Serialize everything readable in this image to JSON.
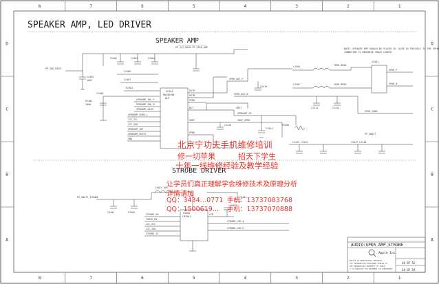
{
  "frame": {
    "columns": [
      "8",
      "7",
      "6",
      "5",
      "4",
      "3",
      "2",
      "1"
    ],
    "rows": [
      "D",
      "C",
      "B",
      "A"
    ]
  },
  "sheet_title": "SPEAKER AMP, LED DRIVER",
  "sections": {
    "speaker_amp": {
      "title": "SPEAKER AMP"
    },
    "strobe_driver": {
      "title": "STROBE DRIVER"
    }
  },
  "watermark": {
    "line1": "北京宁功夫手机维修培训",
    "line2a": "修一切苹果",
    "line2b": "招天下学生",
    "line3": "十年一线维修经验及教学经验",
    "line4": "让学员们真正理解学会维修技术及原理分析",
    "line5": "详情请加",
    "line6a": "QQ：3434…0771",
    "line6b": "手机：13737083768",
    "line7a": "QQ：1500619…",
    "line7b": "手机：13737070888"
  },
  "title_block": {
    "title": "AUDIO:SPKR AMP,STROBE",
    "company": "Apple Inc.",
    "sheet_a": "34 OF 52",
    "sheet_b": "34 OF 54"
  },
  "colors": {
    "ink": "#2a2a2a",
    "watermark": "#e8332a",
    "background": "#ffffff"
  }
}
